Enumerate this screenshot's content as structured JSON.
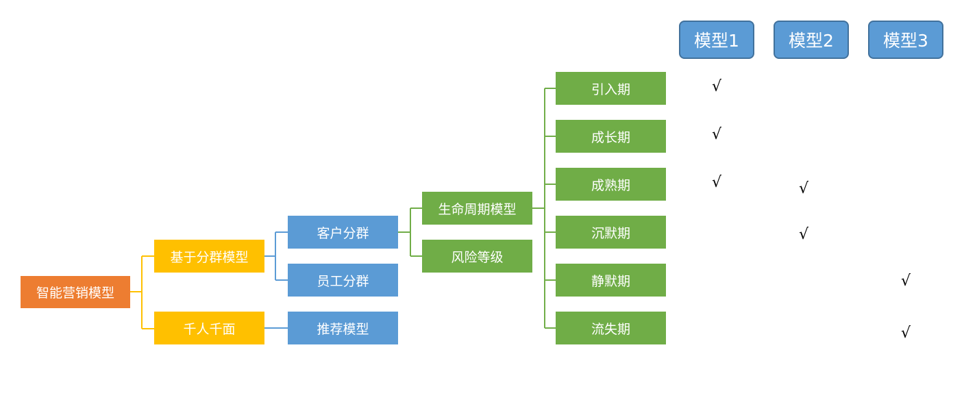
{
  "root": {
    "label": "智能营销模型",
    "color": "#ed7d31"
  },
  "level1": [
    {
      "label": "基于分群模型"
    },
    {
      "label": "千人千面"
    }
  ],
  "level2": [
    {
      "label": "客户分群"
    },
    {
      "label": "员工分群"
    },
    {
      "label": "推荐模型"
    }
  ],
  "level3": [
    {
      "label": "生命周期模型"
    },
    {
      "label": "风险等级"
    }
  ],
  "stages": [
    {
      "label": "引入期"
    },
    {
      "label": "成长期"
    },
    {
      "label": "成熟期"
    },
    {
      "label": "沉默期"
    },
    {
      "label": "静默期"
    },
    {
      "label": "流失期"
    }
  ],
  "models": [
    {
      "label": "模型1"
    },
    {
      "label": "模型2"
    },
    {
      "label": "模型3"
    }
  ],
  "check_mark": "√",
  "mapping": [
    {
      "stage": "引入期",
      "model": "模型1"
    },
    {
      "stage": "成长期",
      "model": "模型1"
    },
    {
      "stage": "成熟期",
      "model": "模型1"
    },
    {
      "stage": "成熟期",
      "model": "模型2"
    },
    {
      "stage": "沉默期",
      "model": "模型2"
    },
    {
      "stage": "静默期",
      "model": "模型3"
    },
    {
      "stage": "流失期",
      "model": "模型3"
    }
  ],
  "colors": {
    "orange": "#ed7d31",
    "yellow": "#ffc000",
    "blue": "#5b9bd5",
    "green": "#70ad47",
    "model_border": "#41719c"
  }
}
